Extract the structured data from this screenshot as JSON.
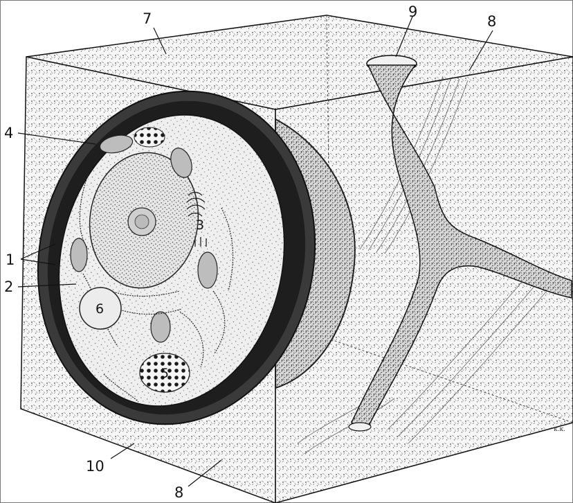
{
  "figure": {
    "labels": {
      "l1": "1",
      "l2": "2",
      "l3": "3",
      "l4": "4",
      "l5": "5",
      "l6": "6",
      "l7": "7",
      "l8_top": "8",
      "l8_bottom": "8",
      "l9": "9",
      "l10": "10",
      "signature": "к.к."
    }
  }
}
